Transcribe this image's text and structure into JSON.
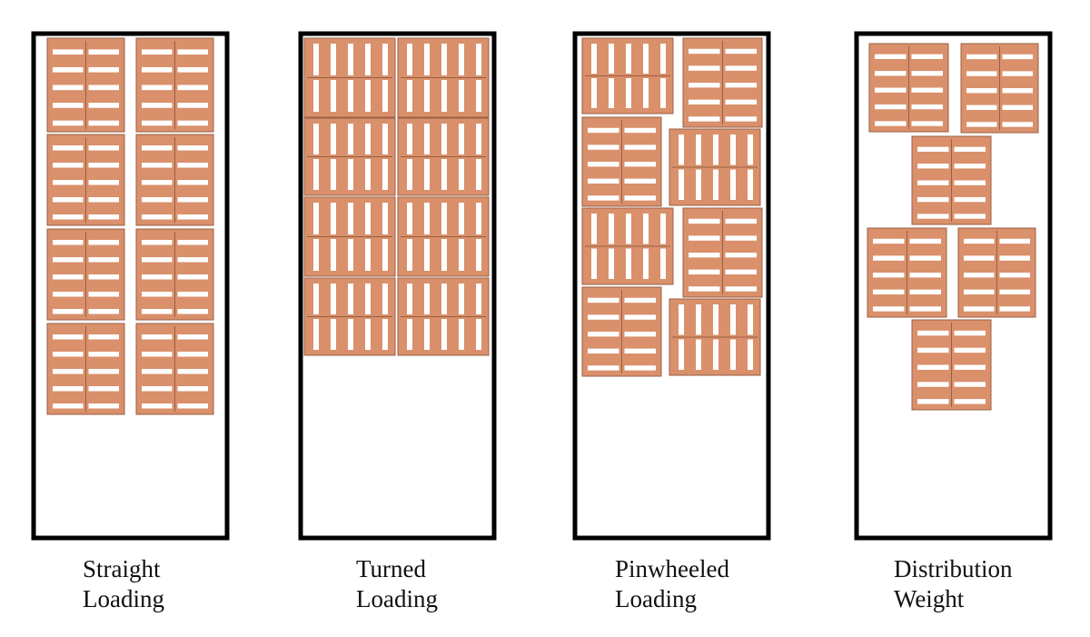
{
  "colors": {
    "background": "#ffffff",
    "container_border": "#000000",
    "pallet_fill": "#d9906b",
    "pallet_outline": "#9a5f44",
    "slot_fill": "#ffffff"
  },
  "panels": [
    {
      "id": "straight",
      "caption": {
        "line1": "Straight",
        "line2": "Loading"
      }
    },
    {
      "id": "turned",
      "caption": {
        "line1": "Turned",
        "line2": "Loading"
      }
    },
    {
      "id": "pinwheeled",
      "caption": {
        "line1": "Pinwheeled",
        "line2": "Loading"
      }
    },
    {
      "id": "distribution",
      "caption": {
        "line1": "Distribution",
        "line2": "Weight"
      }
    }
  ]
}
